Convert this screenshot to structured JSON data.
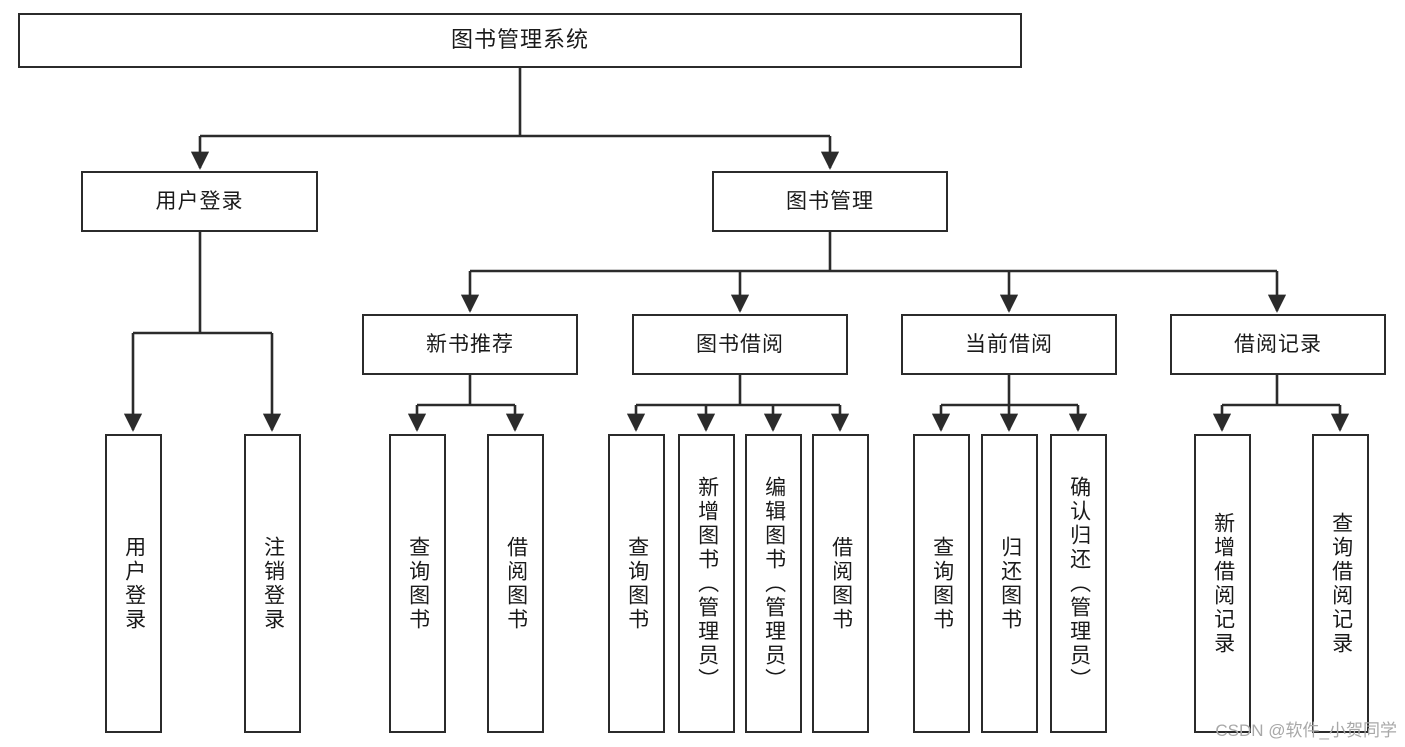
{
  "diagram": {
    "title": "图书管理系统",
    "watermark": "CSDN @软件_小贺同学",
    "colors": {
      "stroke": "#2b2b2b",
      "background": "#ffffff",
      "text": "#1a1a1a",
      "watermark": "#a8a8a8"
    },
    "root": {
      "label": "图书管理系统"
    },
    "level2": [
      {
        "label": "用户登录"
      },
      {
        "label": "图书管理"
      }
    ],
    "level3": [
      {
        "label": "新书推荐"
      },
      {
        "label": "图书借阅"
      },
      {
        "label": "当前借阅"
      },
      {
        "label": "借阅记录"
      }
    ],
    "leaves": {
      "user_login": [
        {
          "label": "用户登录"
        },
        {
          "label": "注销登录"
        }
      ],
      "new_book": [
        {
          "label": "查询图书"
        },
        {
          "label": "借阅图书"
        }
      ],
      "borrow_book": [
        {
          "label": "查询图书"
        },
        {
          "label": "新增图书（管理员）"
        },
        {
          "label": "编辑图书（管理员）"
        },
        {
          "label": "借阅图书"
        }
      ],
      "current_borrow": [
        {
          "label": "查询图书"
        },
        {
          "label": "归还图书"
        },
        {
          "label": "确认归还（管理员）"
        }
      ],
      "borrow_record": [
        {
          "label": "新增借阅记录"
        },
        {
          "label": "查询借阅记录"
        }
      ]
    }
  }
}
